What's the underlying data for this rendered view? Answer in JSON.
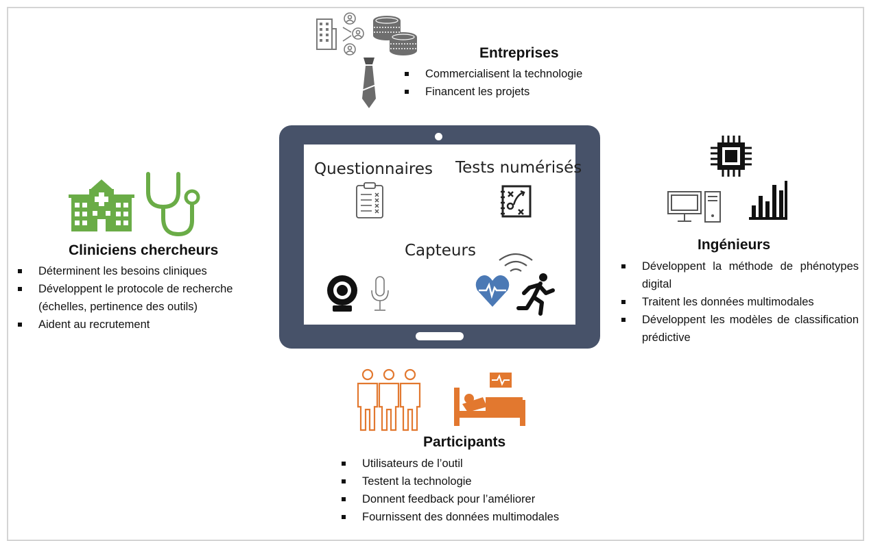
{
  "center": {
    "questionnaires": "Questionnaires",
    "tests": "Tests numérisés",
    "capteurs": "Capteurs"
  },
  "entreprises": {
    "title": "Entreprises",
    "items": [
      "Commercialisent la technologie",
      "Financent les projets"
    ]
  },
  "cliniciens": {
    "title": "Cliniciens chercheurs",
    "items": [
      "Déterminent les besoins cliniques",
      "Développent le protocole de recherche (échelles, pertinence des outils)",
      "Aident au recrutement"
    ]
  },
  "ingenieurs": {
    "title": "Ingénieurs",
    "items": [
      "Développent la méthode de phénotypes digital",
      "Traitent les données multimodales",
      "Développent les modèles de classification prédictive"
    ]
  },
  "participants": {
    "title": "Participants",
    "items": [
      "Utilisateurs de l’outil",
      "Testent la technologie",
      "Donnent feedback pour l’améliorer",
      "Fournissent des données multimodales"
    ]
  },
  "colors": {
    "tablet": "#475269",
    "clinician_green": "#6aac47",
    "participant_orange": "#e2782f",
    "icon_gray": "#7a7a7a"
  },
  "icons": [
    "building-icon",
    "users-icon",
    "coins-icon",
    "tie-icon",
    "hospital-icon",
    "stethoscope-icon",
    "chip-icon",
    "computer-icon",
    "bar-chart-icon",
    "clipboard-icon",
    "tactics-board-icon",
    "webcam-icon",
    "microphone-icon",
    "wifi-icon",
    "heart-pulse-icon",
    "runner-icon",
    "people-icon",
    "hospital-bed-icon"
  ]
}
